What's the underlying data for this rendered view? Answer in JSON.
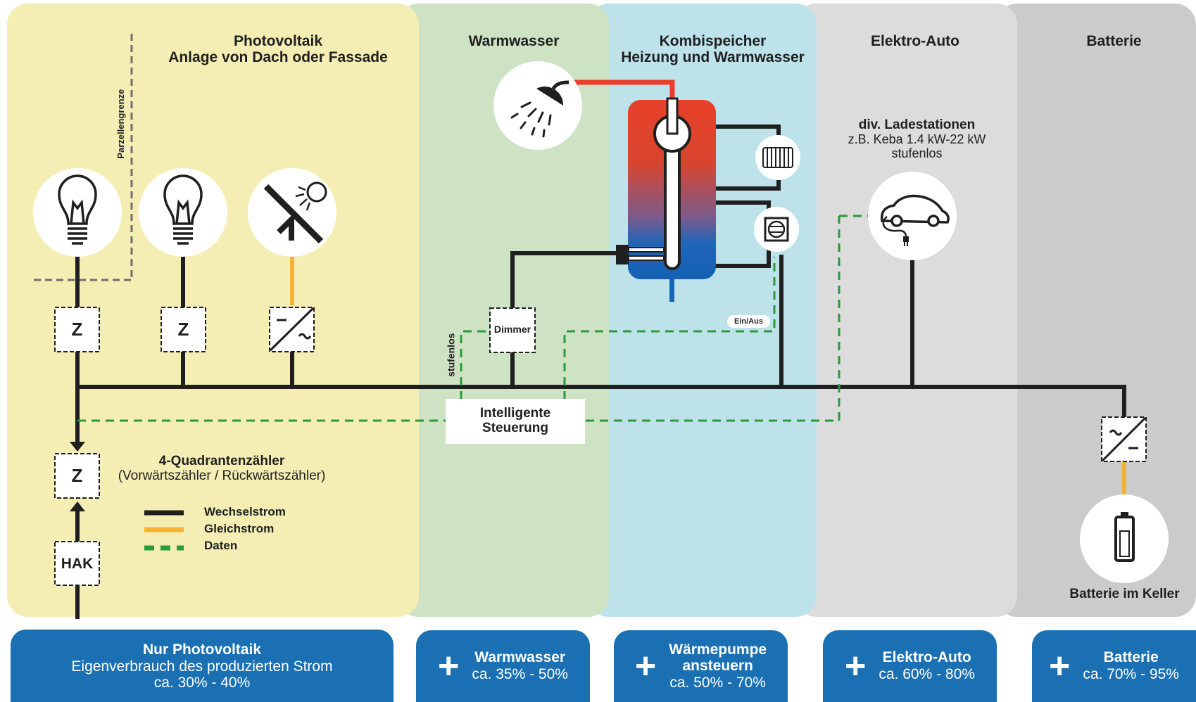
{
  "columns": {
    "pv": {
      "title_line1": "Photovoltaik",
      "title_line2": "Anlage von Dach oder Fassade",
      "color": "#f4eeb4"
    },
    "warmwasser": {
      "title": "Warmwasser",
      "color": "#cde3c4"
    },
    "kombi": {
      "title_line1": "Kombispeicher",
      "title_line2": "Heizung und Warmwasser",
      "color": "#bde2ea"
    },
    "auto": {
      "title": "Elektro-Auto",
      "color": "#dcdcdc"
    },
    "batterie": {
      "title": "Batterie",
      "color": "#cbcbcb"
    }
  },
  "labels": {
    "parzellengrenze": "Parzellengrenze",
    "ladestationen_title": "div. Ladestationen",
    "ladestationen_line2": "z.B. Keba 1.4 kW-22 kW",
    "ladestationen_line3": "stufenlos",
    "stufenlos": "stufenlos",
    "ein_aus": "Ein/Aus",
    "dimmer": "Dimmer",
    "steuerung_line1": "Intelligente",
    "steuerung_line2": "Steuerung",
    "meter_z": "Z",
    "hak": "HAK",
    "quadranten_title": "4-Quadrantenzähler",
    "quadranten_sub": "(Vorwärtszähler / Rückwärtszähler)",
    "batterie_keller": "Batterie im Keller"
  },
  "legend": [
    {
      "label": "Wechselstrom",
      "color": "#1f1f1f",
      "style": "solid"
    },
    {
      "label": "Gleichstrom",
      "color": "#f5b335",
      "style": "solid"
    },
    {
      "label": "Daten",
      "color": "#2a9a3a",
      "style": "dashed"
    }
  ],
  "footer": [
    {
      "plus": "",
      "title": "Nur Photovoltaik",
      "line2": "Eigenverbrauch des produzierten Strom",
      "line3": "ca. 30% - 40%"
    },
    {
      "plus": "+",
      "title": "Warmwasser",
      "line2": "ca. 35% - 50%",
      "line3": ""
    },
    {
      "plus": "+",
      "title": "Wärmepumpe",
      "line2": "ansteuern",
      "line3": "ca. 50% - 70%"
    },
    {
      "plus": "+",
      "title": "Elektro-Auto",
      "line2": "ca. 60% - 80%",
      "line3": ""
    },
    {
      "plus": "+",
      "title": "Batterie",
      "line2": "ca. 70% - 95%",
      "line3": ""
    }
  ],
  "colors": {
    "ac_line": "#1f1f1f",
    "dc_line": "#f5b335",
    "data_line": "#2a9a3a",
    "footer_blue": "#1a70b2",
    "tank_hot": "#e8402a",
    "tank_cold": "#1565b8"
  },
  "icons": [
    "light-bulb-icon",
    "light-bulb-icon",
    "solar-panel-icon",
    "shower-icon",
    "radiator-icon",
    "heat-pump-icon",
    "electric-car-icon",
    "battery-icon",
    "inverter-icon"
  ]
}
